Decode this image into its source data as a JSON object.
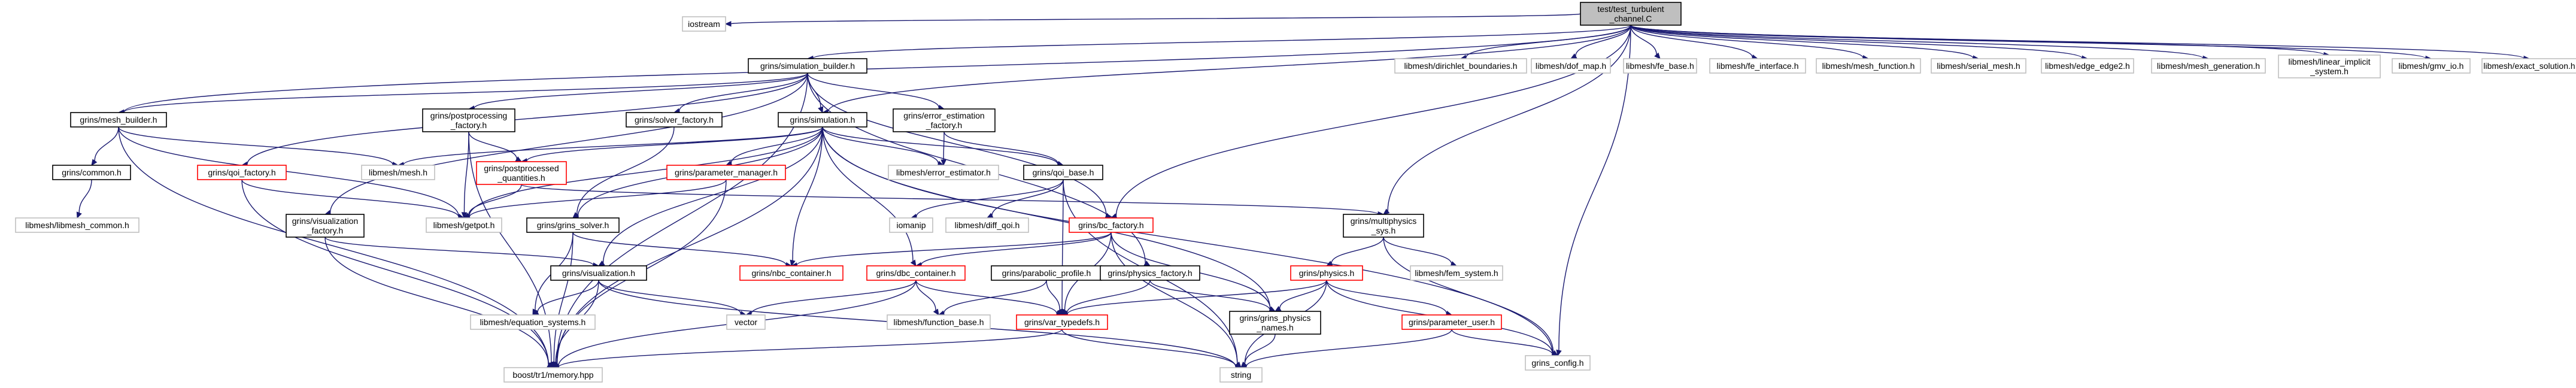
{
  "title": "test/test_turbulent_channel.C",
  "colors": {
    "edge": "#191970",
    "root_fill": "#bfbfbf",
    "normal_border": "#000000",
    "external_border": "#bfbfbf",
    "truncated_border": "#ff0000"
  },
  "nodes": [
    {
      "id": "root",
      "kind": "root",
      "lines": [
        "test/test_turbulent",
        "_channel.C"
      ]
    },
    {
      "id": "iostream",
      "kind": "external",
      "lines": [
        "iostream"
      ]
    },
    {
      "id": "sim_builder",
      "kind": "normal",
      "lines": [
        "grins/simulation_builder.h"
      ]
    },
    {
      "id": "dirichlet",
      "kind": "external",
      "lines": [
        "libmesh/dirichlet_boundaries.h"
      ]
    },
    {
      "id": "dof_map",
      "kind": "external",
      "lines": [
        "libmesh/dof_map.h"
      ]
    },
    {
      "id": "fe_base",
      "kind": "external",
      "lines": [
        "libmesh/fe_base.h"
      ]
    },
    {
      "id": "fe_interface",
      "kind": "external",
      "lines": [
        "libmesh/fe_interface.h"
      ]
    },
    {
      "id": "mesh_function",
      "kind": "external",
      "lines": [
        "libmesh/mesh_function.h"
      ]
    },
    {
      "id": "serial_mesh",
      "kind": "external",
      "lines": [
        "libmesh/serial_mesh.h"
      ]
    },
    {
      "id": "edge_edge2",
      "kind": "external",
      "lines": [
        "libmesh/edge_edge2.h"
      ]
    },
    {
      "id": "mesh_generation",
      "kind": "external",
      "lines": [
        "libmesh/mesh_generation.h"
      ]
    },
    {
      "id": "linear_implicit",
      "kind": "external",
      "lines": [
        "libmesh/linear_implicit",
        "_system.h"
      ]
    },
    {
      "id": "gmv_io",
      "kind": "external",
      "lines": [
        "libmesh/gmv_io.h"
      ]
    },
    {
      "id": "exact_solution",
      "kind": "external",
      "lines": [
        "libmesh/exact_solution.h"
      ]
    },
    {
      "id": "mesh_builder",
      "kind": "normal",
      "lines": [
        "grins/mesh_builder.h"
      ]
    },
    {
      "id": "postproc_factory",
      "kind": "normal",
      "lines": [
        "grins/postprocessing",
        "_factory.h"
      ]
    },
    {
      "id": "solver_factory",
      "kind": "normal",
      "lines": [
        "grins/solver_factory.h"
      ]
    },
    {
      "id": "simulation",
      "kind": "normal",
      "lines": [
        "grins/simulation.h"
      ]
    },
    {
      "id": "error_est_factory",
      "kind": "normal",
      "lines": [
        "grins/error_estimation",
        "_factory.h"
      ]
    },
    {
      "id": "common",
      "kind": "normal",
      "lines": [
        "grins/common.h"
      ]
    },
    {
      "id": "qoi_factory",
      "kind": "truncated",
      "lines": [
        "grins/qoi_factory.h"
      ]
    },
    {
      "id": "libmesh_mesh",
      "kind": "external",
      "lines": [
        "libmesh/mesh.h"
      ]
    },
    {
      "id": "postprocessed_q",
      "kind": "truncated",
      "lines": [
        "grins/postprocessed",
        "_quantities.h"
      ]
    },
    {
      "id": "param_manager",
      "kind": "truncated",
      "lines": [
        "grins/parameter_manager.h"
      ]
    },
    {
      "id": "error_estimator",
      "kind": "external",
      "lines": [
        "libmesh/error_estimator.h"
      ]
    },
    {
      "id": "qoi_base",
      "kind": "normal",
      "lines": [
        "grins/qoi_base.h"
      ]
    },
    {
      "id": "libmesh_common",
      "kind": "external",
      "lines": [
        "libmesh/libmesh_common.h"
      ]
    },
    {
      "id": "vis_factory",
      "kind": "normal",
      "lines": [
        "grins/visualization",
        "_factory.h"
      ]
    },
    {
      "id": "getpot",
      "kind": "external",
      "lines": [
        "libmesh/getpot.h"
      ]
    },
    {
      "id": "grins_solver",
      "kind": "normal",
      "lines": [
        "grins/grins_solver.h"
      ]
    },
    {
      "id": "iomanip",
      "kind": "external",
      "lines": [
        "iomanip"
      ]
    },
    {
      "id": "diff_qoi",
      "kind": "external",
      "lines": [
        "libmesh/diff_qoi.h"
      ]
    },
    {
      "id": "bc_factory",
      "kind": "truncated",
      "lines": [
        "grins/bc_factory.h"
      ]
    },
    {
      "id": "multiphysics_sys",
      "kind": "normal",
      "lines": [
        "grins/multiphysics",
        "_sys.h"
      ]
    },
    {
      "id": "visualization",
      "kind": "normal",
      "lines": [
        "grins/visualization.h"
      ]
    },
    {
      "id": "nbc_container",
      "kind": "truncated",
      "lines": [
        "grins/nbc_container.h"
      ]
    },
    {
      "id": "dbc_container",
      "kind": "truncated",
      "lines": [
        "grins/dbc_container.h"
      ]
    },
    {
      "id": "parabolic_profile",
      "kind": "normal",
      "lines": [
        "grins/parabolic_profile.h"
      ]
    },
    {
      "id": "physics_factory",
      "kind": "normal",
      "lines": [
        "grins/physics_factory.h"
      ]
    },
    {
      "id": "fem_system",
      "kind": "external",
      "lines": [
        "libmesh/fem_system.h"
      ]
    },
    {
      "id": "physics",
      "kind": "truncated",
      "lines": [
        "grins/physics.h"
      ]
    },
    {
      "id": "equation_systems",
      "kind": "external",
      "lines": [
        "libmesh/equation_systems.h"
      ]
    },
    {
      "id": "vector",
      "kind": "external",
      "lines": [
        "vector"
      ]
    },
    {
      "id": "function_base",
      "kind": "external",
      "lines": [
        "libmesh/function_base.h"
      ]
    },
    {
      "id": "var_typedefs",
      "kind": "truncated",
      "lines": [
        "grins/var_typedefs.h"
      ]
    },
    {
      "id": "physics_names",
      "kind": "normal",
      "lines": [
        "grins/grins_physics",
        "_names.h"
      ]
    },
    {
      "id": "param_user",
      "kind": "truncated",
      "lines": [
        "grins/parameter_user.h"
      ]
    },
    {
      "id": "grins_config",
      "kind": "external",
      "lines": [
        "grins_config.h"
      ]
    },
    {
      "id": "shared_ptr",
      "kind": "external",
      "lines": [
        "boost/tr1/memory.hpp"
      ]
    },
    {
      "id": "string",
      "kind": "external",
      "lines": [
        "string"
      ]
    }
  ]
}
